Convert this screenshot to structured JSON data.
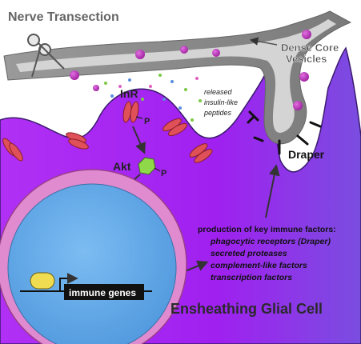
{
  "figure": {
    "title": "Nerve Transection",
    "labels": {
      "vesicles_line1": "Dense Core",
      "vesicles_line2": "Vesicles",
      "receptor": "InR",
      "phospho_receptor": "P",
      "kinase": "Akt",
      "phospho_kinase": "P",
      "peptides_line1": "released",
      "peptides_line2": "insulin-like",
      "peptides_line3": "peptides",
      "draper": "Draper",
      "gene_box": "immune genes",
      "cell_name": "Ensheathing Glial Cell"
    },
    "factors": {
      "heading": "production of key immune factors:",
      "items": [
        "phagocytic receptors (Draper)",
        "secreted proteases",
        "complement-like factors",
        "transcription factors"
      ]
    },
    "colors": {
      "glia": "#a020f0",
      "glia_light": "#c468f5",
      "nucleus": "#5ea6e6",
      "nuclear_envelope": "#e08bd0",
      "axon_outer": "#8f8f8f",
      "axon_inner": "#d2d2d2",
      "vesicle": "#b02cb8",
      "receptor": "#e05058",
      "akt": "#8ed84a",
      "transcription_factor": "#f0dc50",
      "arrow": "#333333"
    },
    "icons": [
      "scissors-icon"
    ]
  }
}
